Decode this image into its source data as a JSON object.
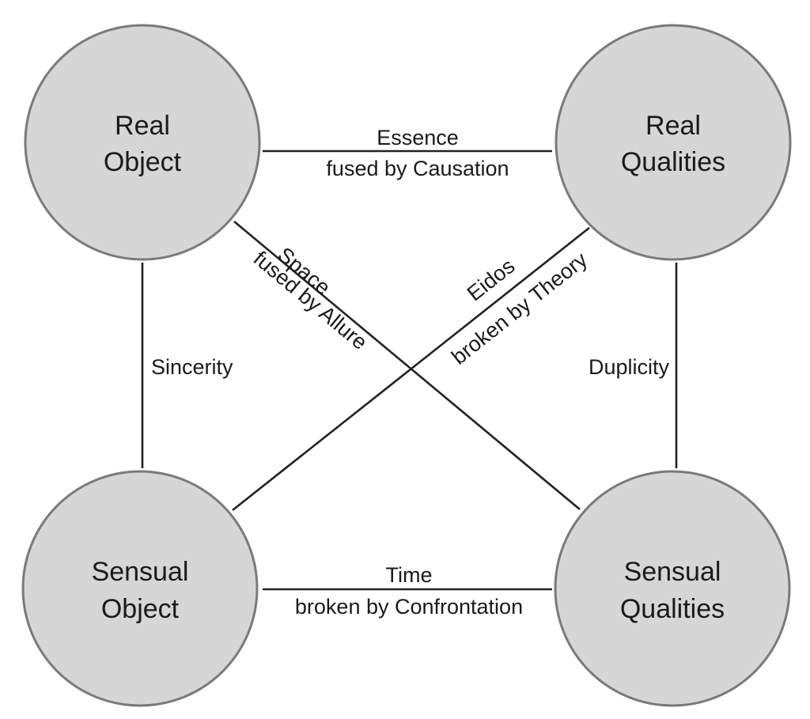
{
  "nodes": {
    "real_object": {
      "line1": "Real",
      "line2": "Object"
    },
    "real_qualities": {
      "line1": "Real",
      "line2": "Qualities"
    },
    "sensual_object": {
      "line1": "Sensual",
      "line2": "Object"
    },
    "sensual_qualities": {
      "line1": "Sensual",
      "line2": "Qualities"
    }
  },
  "edges": {
    "top": {
      "name": "Essence",
      "relation": "fused by Causation"
    },
    "bottom": {
      "name": "Time",
      "relation": "broken by Confrontation"
    },
    "left": {
      "name": "Sincerity"
    },
    "right": {
      "name": "Duplicity"
    },
    "diagonal_down": {
      "name": "Space",
      "relation": "fused by Allure"
    },
    "diagonal_up": {
      "name": "Eidos",
      "relation": "broken by Theory"
    }
  },
  "colors": {
    "node_fill": "#d6d6d6",
    "node_stroke": "#7a7a7a",
    "line": "#222222",
    "text": "#1a1a1a"
  }
}
